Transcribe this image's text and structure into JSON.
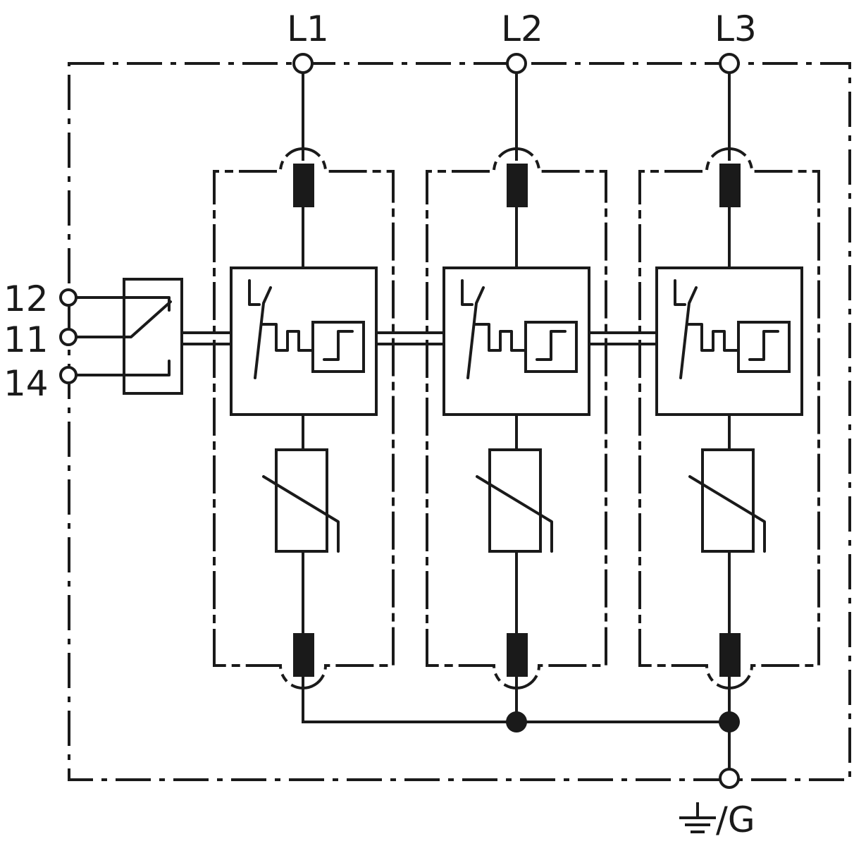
{
  "labels": {
    "l1": "L1",
    "l2": "L2",
    "l3": "L3",
    "aux_12": "12",
    "aux_11": "11",
    "aux_14": "14",
    "ground": "/G"
  },
  "colors": {
    "line": "#1a1a1a",
    "background": "#ffffff"
  }
}
